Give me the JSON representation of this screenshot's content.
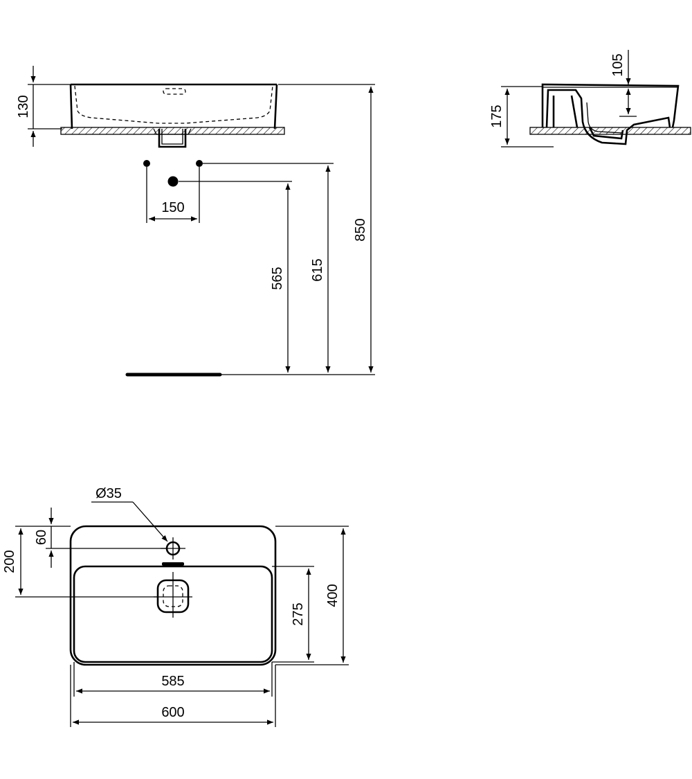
{
  "dimensions": {
    "front_height": "130",
    "tap_spacing": "150",
    "waste_height": "565",
    "tap_height": "615",
    "total_height": "850",
    "side_height": "175",
    "side_depth": "105",
    "tap_hole_dia": "Ø35",
    "tap_hole_offset": "60",
    "waste_offset": "200",
    "inner_depth": "275",
    "outer_depth": "400",
    "inner_width": "585",
    "outer_width": "600"
  },
  "style": {
    "line_color": "#000000",
    "background": "#ffffff"
  }
}
